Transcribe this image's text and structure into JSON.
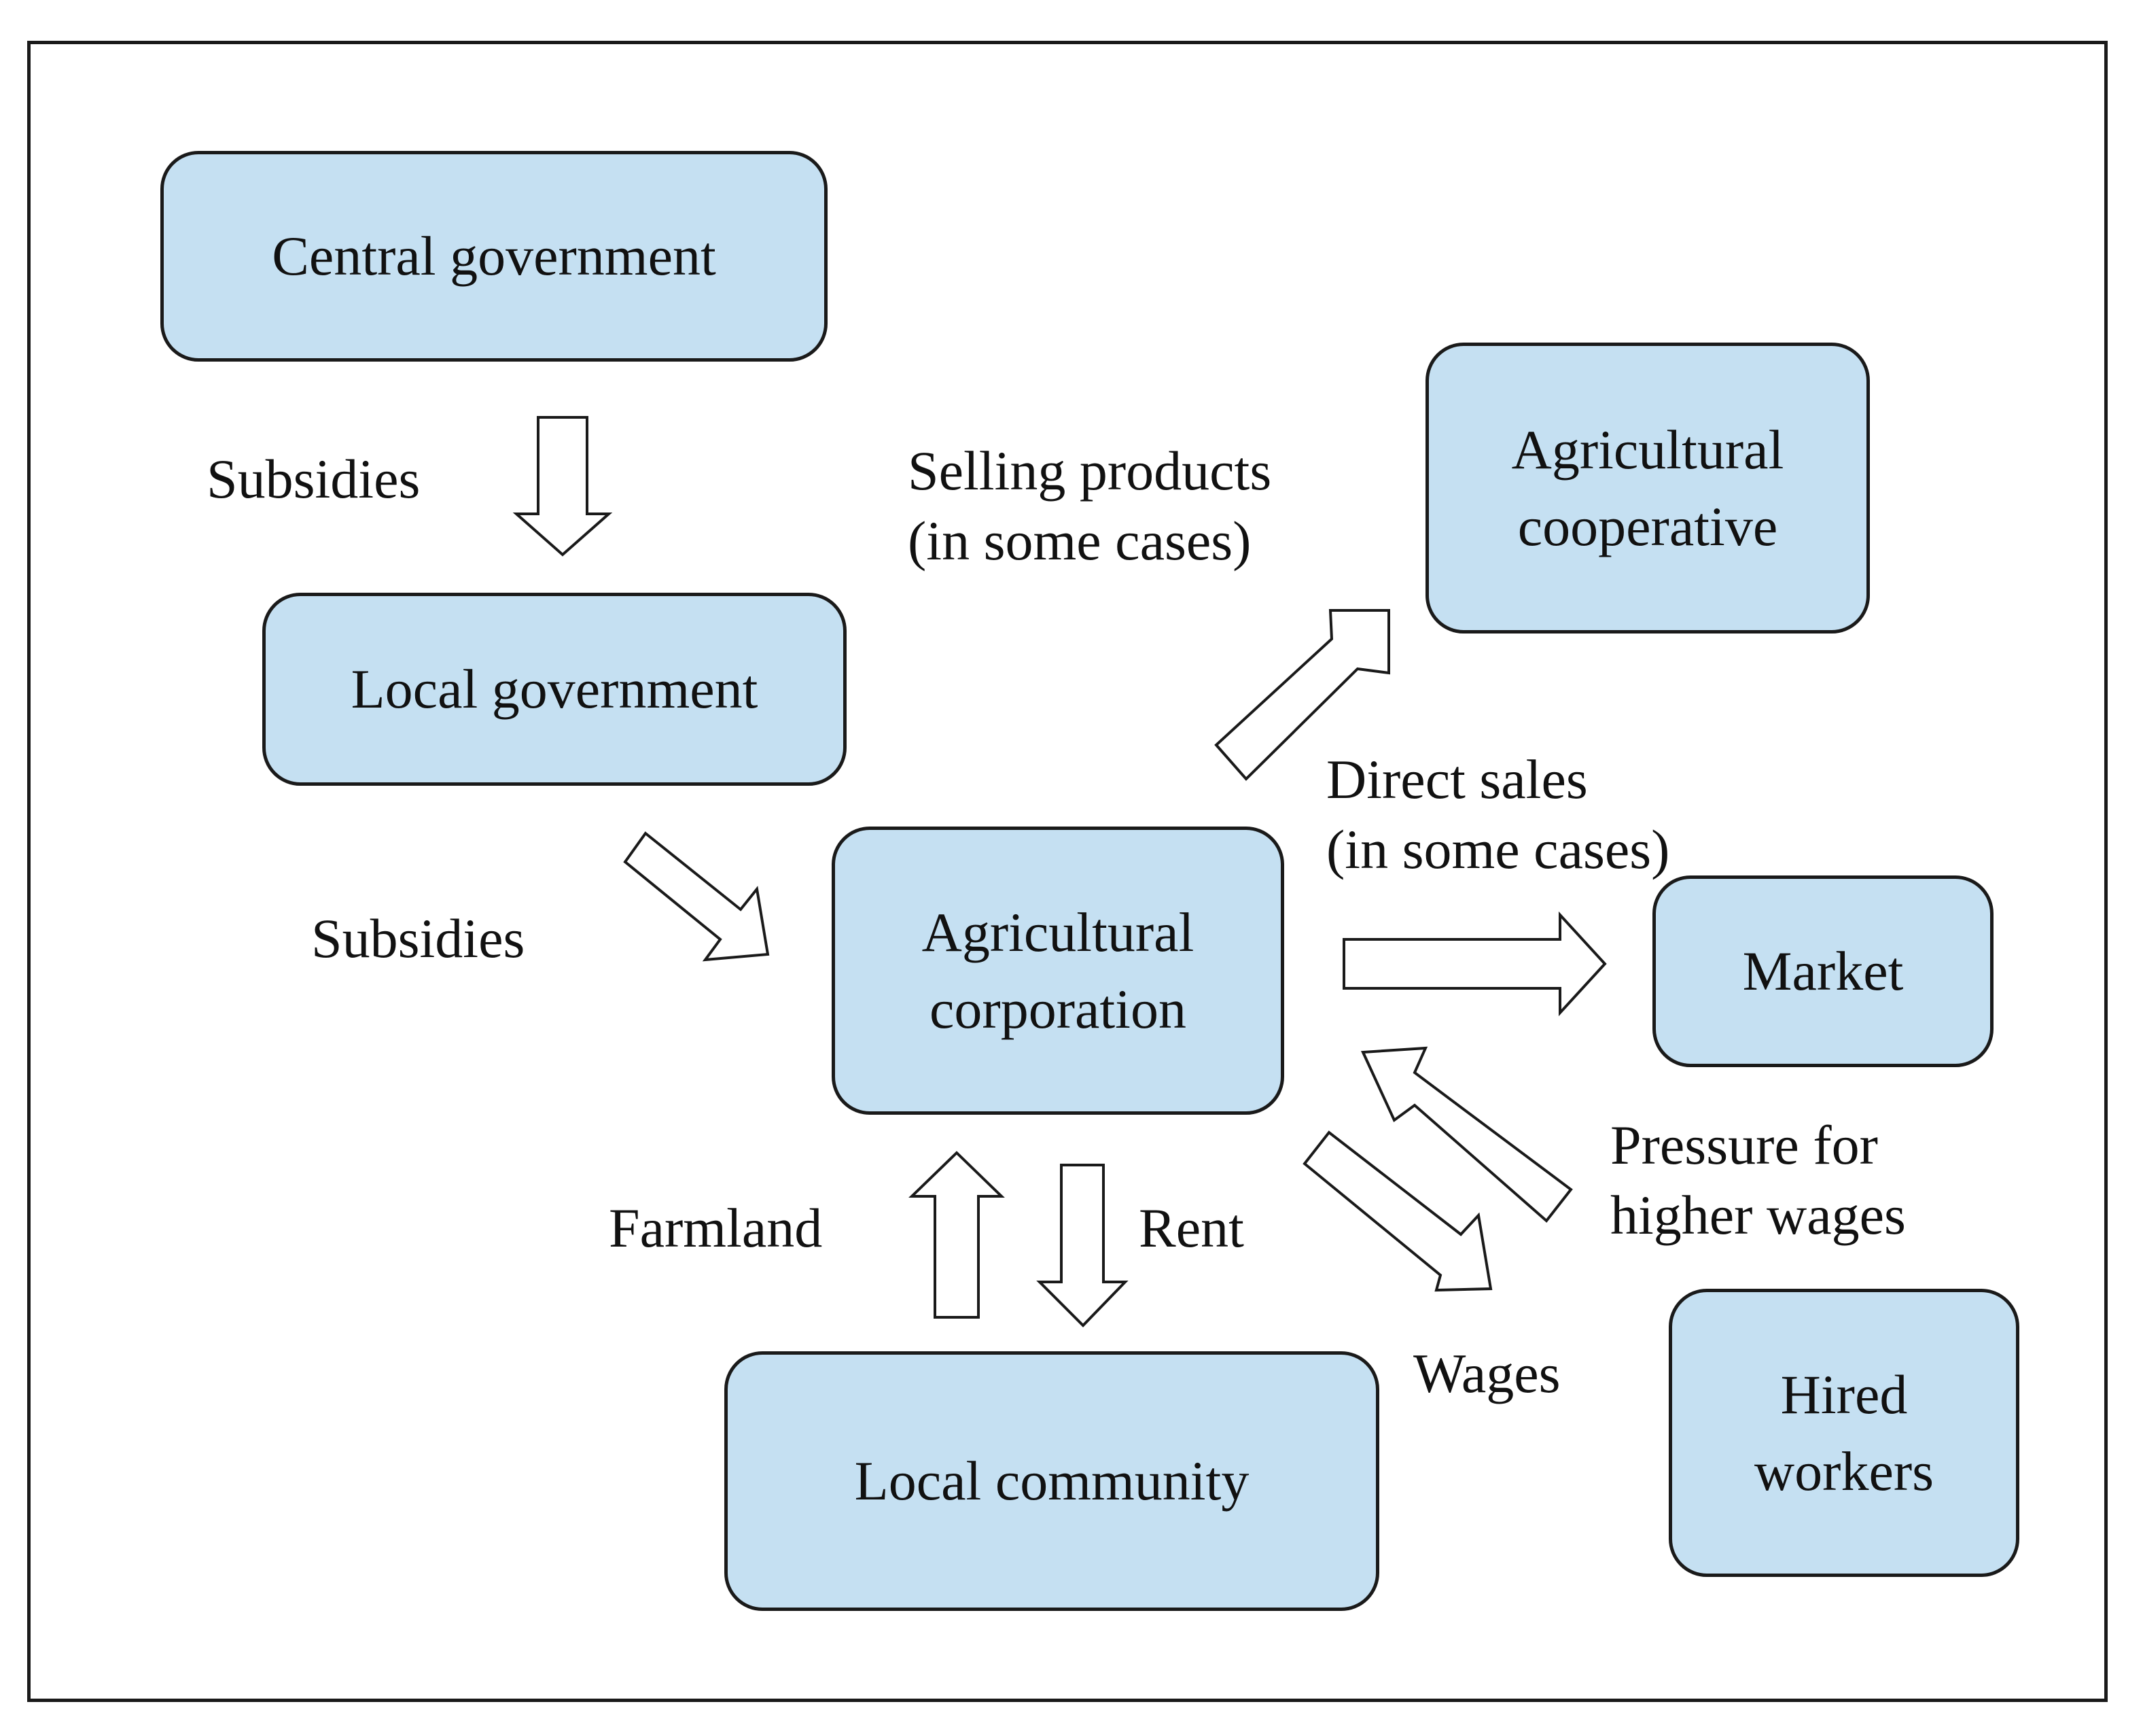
{
  "nodes": {
    "central_government": "Central government",
    "local_government": "Local government",
    "agricultural_cooperative": "Agricultural\ncooperative",
    "agricultural_corporation": "Agricultural\ncorporation",
    "market": "Market",
    "local_community": "Local community",
    "hired_workers": "Hired\nworkers"
  },
  "labels": {
    "subsidies_central": "Subsidies",
    "subsidies_local": "Subsidies",
    "selling_products": "Selling products\n(in some cases)",
    "direct_sales": "Direct sales\n(in some cases)",
    "farmland": "Farmland",
    "rent": "Rent",
    "wages": "Wages",
    "pressure": "Pressure for\nhigher wages"
  },
  "colors": {
    "node_fill": "#c5e0f2",
    "stroke": "#1a1a1a",
    "arrow_fill": "#ffffff"
  }
}
